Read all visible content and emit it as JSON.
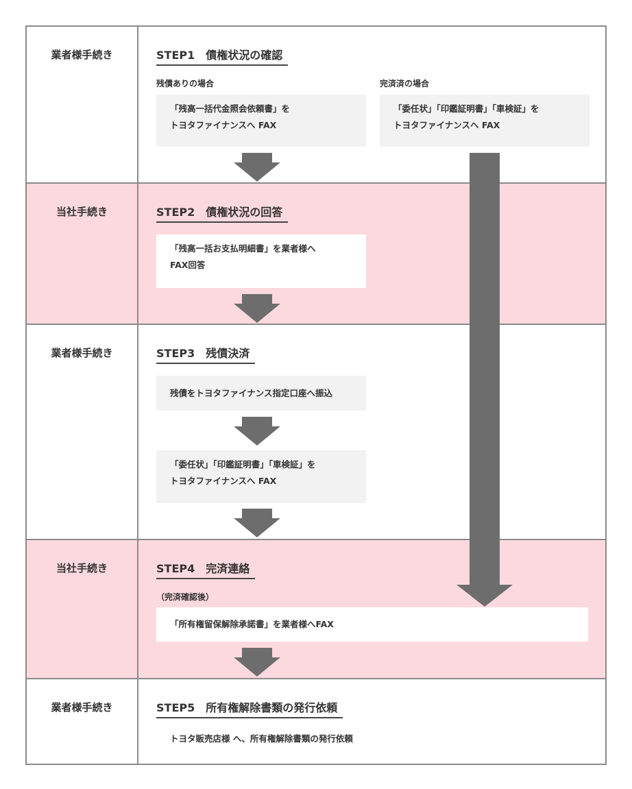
{
  "steps": [
    {
      "actor": "業者様手続き",
      "title": "STEP1　債権状況の確認",
      "cases": [
        {
          "label": "残債ありの場合",
          "lines": [
            "「残高一括代金照会依頼書」を",
            "トヨタファイナンスへ FAX"
          ]
        },
        {
          "label": "完済済の場合",
          "lines": [
            "「委任状」「印鑑証明書」「車検証」を",
            "トヨタファイナンスへ FAX"
          ]
        }
      ]
    },
    {
      "actor": "当社手続き",
      "title": "STEP2　債権状況の回答",
      "box_lines": [
        "「残高一括お支払明細書」を業者様へ",
        "FAX回答"
      ]
    },
    {
      "actor": "業者様手続き",
      "title": "STEP3　残債決済",
      "box1": "残債をトヨタファイナンス指定口座へ振込",
      "box2_lines": [
        "「委任状」「印鑑証明書」「車検証」を",
        "トヨタファイナンスへ FAX"
      ]
    },
    {
      "actor": "当社手続き",
      "title": "STEP4　完済連絡",
      "note": "（完済確認後）",
      "box": "「所有権留保解除承諾書」を業者様へFAX"
    },
    {
      "actor": "業者様手続き",
      "title": "STEP5　所有権解除書類の発行依頼",
      "text": "トヨタ販売店様 へ、所有権解除書類の発行依頼"
    }
  ],
  "colors": {
    "pink_band": "#fcd9de",
    "box_grey": "#f2f2f2",
    "arrow": "#6d6d6d",
    "border": "#8a8a8a"
  },
  "icons": [
    "down-arrow-icon",
    "long-down-arrow-icon"
  ]
}
